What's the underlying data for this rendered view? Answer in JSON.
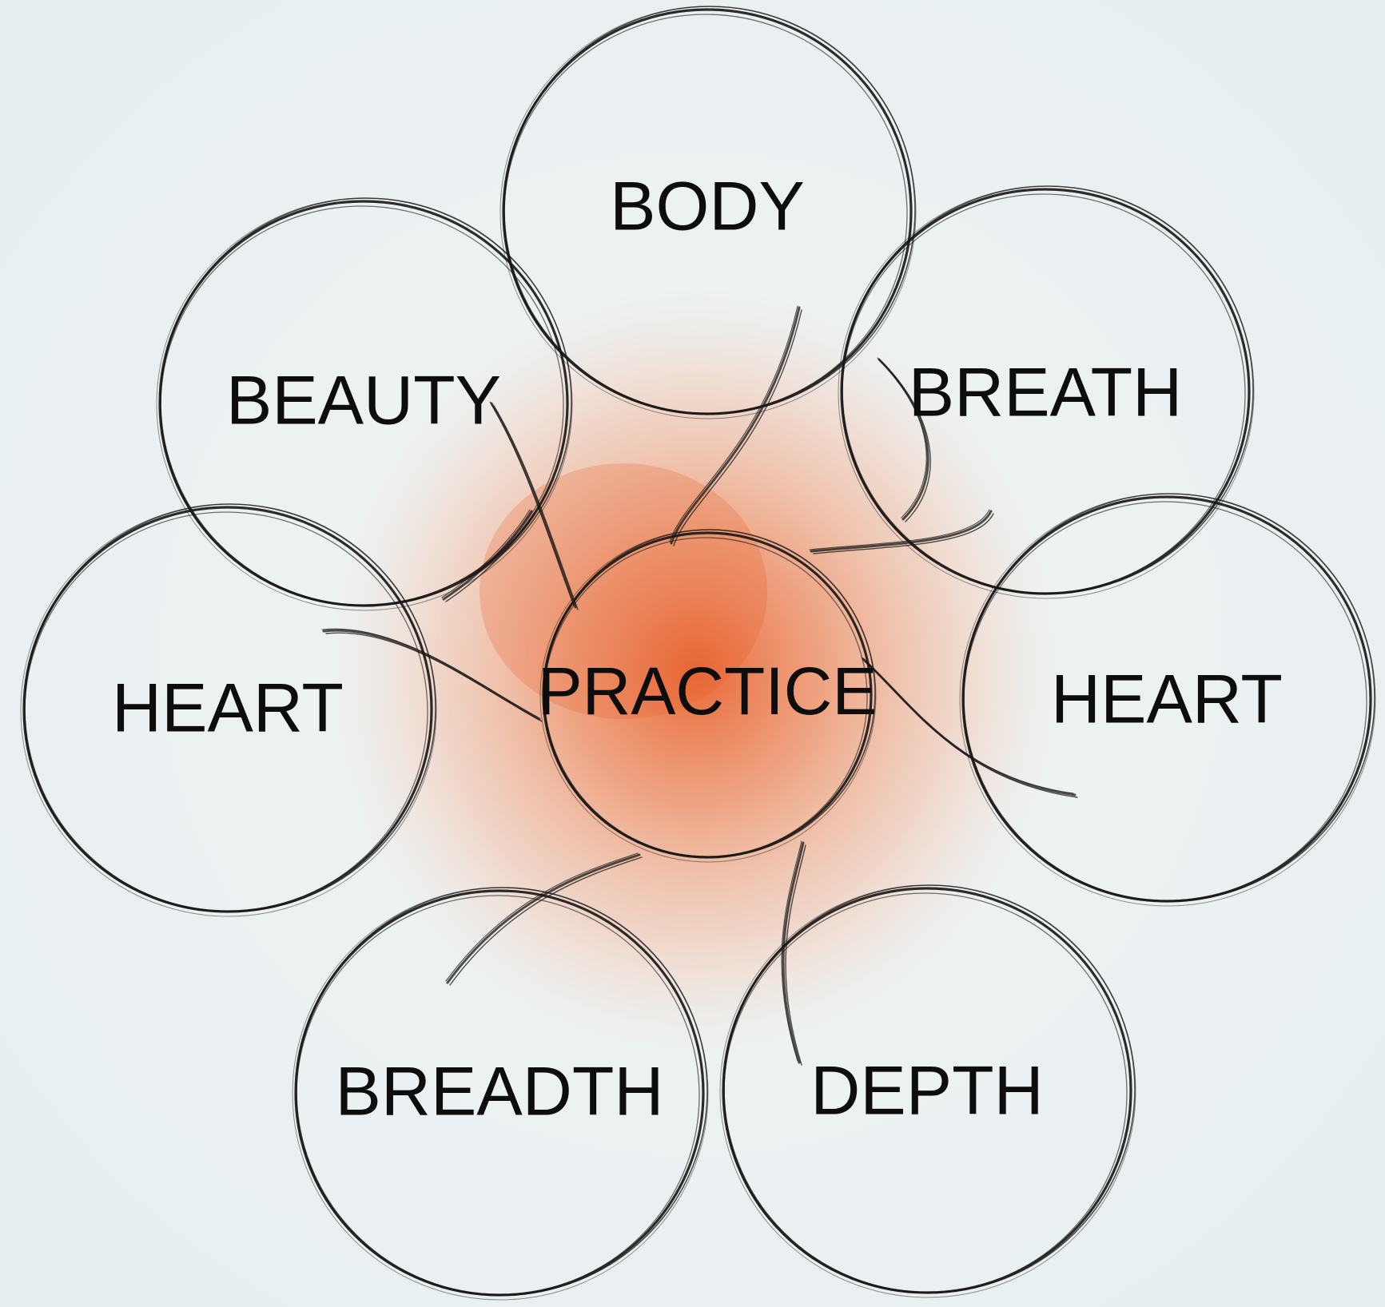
{
  "diagram": {
    "center": {
      "label": "PRACTICE"
    },
    "petals": [
      {
        "id": "body",
        "label": "BODY"
      },
      {
        "id": "breath",
        "label": "BREATH"
      },
      {
        "id": "heart-right",
        "label": "HEART"
      },
      {
        "id": "depth",
        "label": "DEPTH"
      },
      {
        "id": "breadth",
        "label": "BREADTH"
      },
      {
        "id": "heart-left",
        "label": "HEART"
      },
      {
        "id": "beauty",
        "label": "BEAUTY"
      }
    ]
  },
  "colors": {
    "background": "#eef2f3",
    "wash_core": "#e8612c",
    "wash_mid": "#ef9a74",
    "ink": "#151515"
  }
}
